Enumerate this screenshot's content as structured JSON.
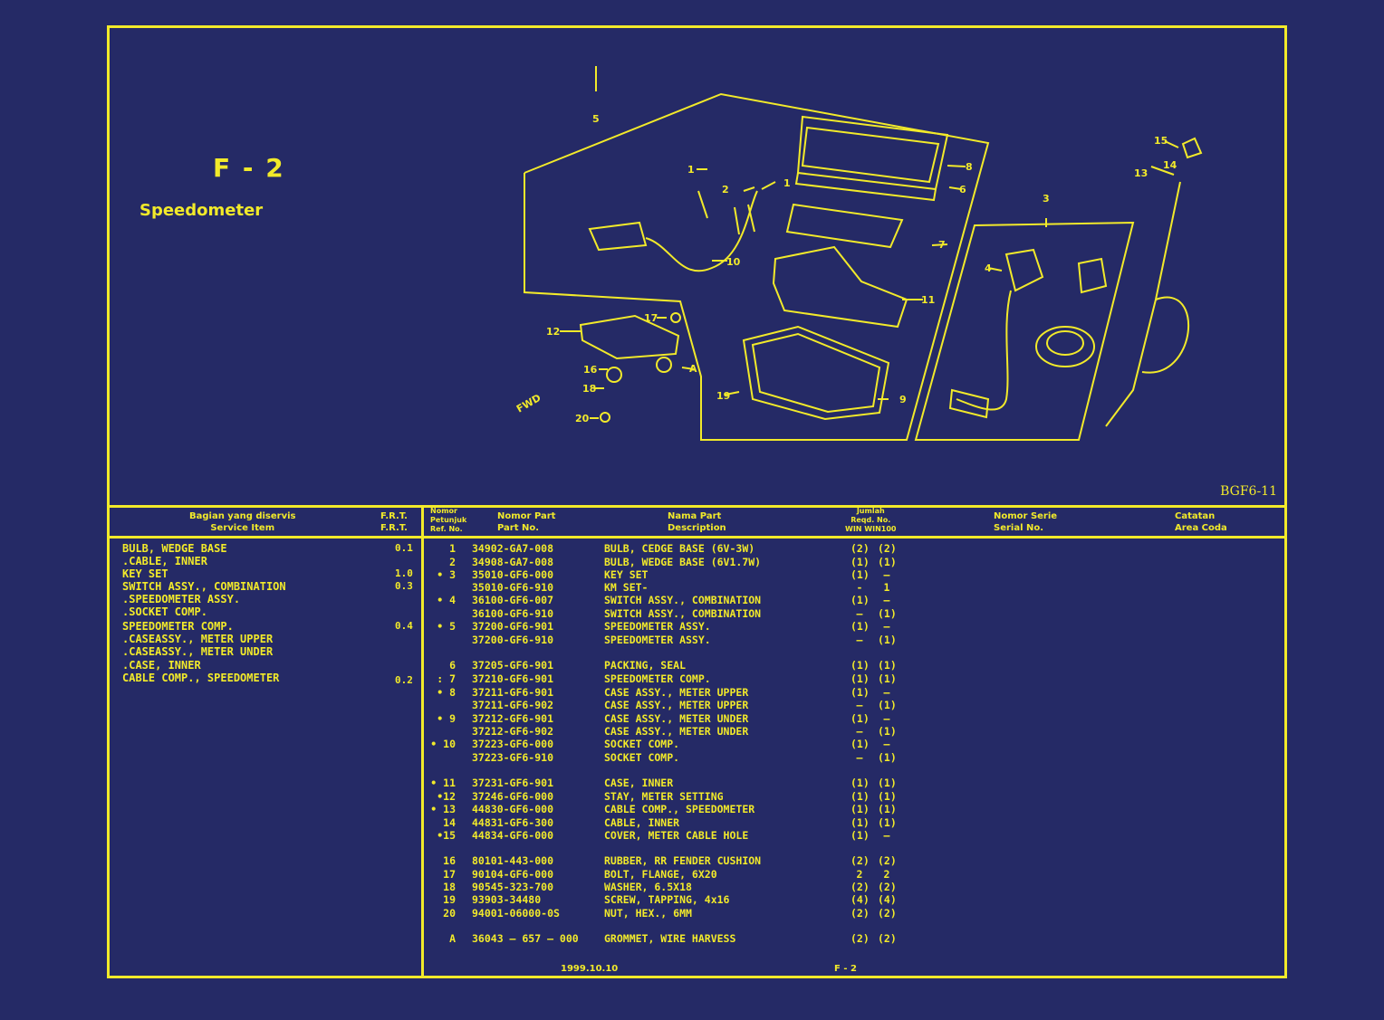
{
  "page_code": "F - 2",
  "page_title": "Speedometer",
  "figure_code": "BGF6-11",
  "diagram_labels": [
    "1",
    "1",
    "2",
    "3",
    "4",
    "5",
    "6",
    "7",
    "8",
    "9",
    "10",
    "11",
    "12",
    "13",
    "14",
    "15",
    "16",
    "17",
    "18",
    "19",
    "20",
    "A",
    "FWD"
  ],
  "headers": {
    "service_id": "Bagian yang diservis",
    "service_en": "Service Item",
    "frt_id": "F.R.T.",
    "frt_en": "F.R.T.",
    "ref_l1": "Nomor",
    "ref_l2": "Petunjuk",
    "ref_l3": "Ref. No.",
    "part_id": "Nomor Part",
    "part_en": "Part No.",
    "name_id": "Nama Part",
    "name_en": "Description",
    "qty_l1": "Jumlah",
    "qty_l2": "Reqd. No.",
    "qty_l3": "WIN  WIN100",
    "serial_id": "Nomor Serie",
    "serial_en": "Serial No.",
    "note_id": "Catatan",
    "note_en": "Area Coda"
  },
  "service_items": [
    {
      "label": "BULB, WEDGE BASE",
      "frt": "0.1"
    },
    {
      "label": ".CABLE, INNER",
      "frt": ""
    },
    {
      "label": "KEY SET",
      "frt": "1.0"
    },
    {
      "label": "SWITCH ASSY., COMBINATION",
      "frt": "0.3"
    },
    {
      "label": ".SPEEDOMETER ASSY.",
      "frt": ""
    },
    {
      "label": ".SOCKET COMP.",
      "frt": ""
    },
    {
      "label": "SPEEDOMETER COMP.",
      "frt": "0.4"
    },
    {
      "label": ".CASEASSY., METER UPPER",
      "frt": ""
    },
    {
      "label": ".CASEASSY., METER UNDER",
      "frt": ""
    },
    {
      "label": ".CASE, INNER",
      "frt": ""
    },
    {
      "label": "CABLE COMP., SPEEDOMETER",
      "frt": "0.2"
    }
  ],
  "parts": [
    {
      "ref": "1",
      "pno": "34902-GA7-008",
      "desc": "BULB, CEDGE BASE (6V-3W)",
      "q1": "(2)",
      "q2": "(2)"
    },
    {
      "ref": "2",
      "pno": "34908-GA7-008",
      "desc": "BULB, WEDGE BASE (6V1.7W)",
      "q1": "(1)",
      "q2": "(1)"
    },
    {
      "ref": "• 3",
      "pno": "35010-GF6-000",
      "desc": "KEY SET",
      "q1": "(1)",
      "q2": "—"
    },
    {
      "ref": "",
      "pno": "35010-GF6-910",
      "desc": "KM SET-",
      "q1": "-",
      "q2": "1"
    },
    {
      "ref": "• 4",
      "pno": "36100-GF6-007",
      "desc": "SWITCH ASSY., COMBINATION",
      "q1": "(1)",
      "q2": "—"
    },
    {
      "ref": "",
      "pno": "36100-GF6-910",
      "desc": "SWITCH ASSY., COMBINATION",
      "q1": "—",
      "q2": "(1)"
    },
    {
      "ref": "• 5",
      "pno": "37200-GF6-901",
      "desc": "SPEEDOMETER ASSY.",
      "q1": "(1)",
      "q2": "—"
    },
    {
      "ref": "",
      "pno": "37200-GF6-910",
      "desc": "SPEEDOMETER ASSY.",
      "q1": "—",
      "q2": "(1)"
    },
    {
      "ref": "6",
      "pno": "37205-GF6-901",
      "desc": "PACKING, SEAL",
      "q1": "(1)",
      "q2": "(1)"
    },
    {
      "ref": ": 7",
      "pno": "37210-GF6-901",
      "desc": "SPEEDOMETER COMP.",
      "q1": "(1)",
      "q2": "(1)"
    },
    {
      "ref": "• 8",
      "pno": "37211-GF6-901",
      "desc": "CASE ASSY., METER UPPER",
      "q1": "(1)",
      "q2": "—"
    },
    {
      "ref": "",
      "pno": "37211-GF6-902",
      "desc": "CASE ASSY., METER UPPER",
      "q1": "—",
      "q2": "(1)"
    },
    {
      "ref": "• 9",
      "pno": "37212-GF6-901",
      "desc": "CASE ASSY., METER UNDER",
      "q1": "(1)",
      "q2": "—"
    },
    {
      "ref": "",
      "pno": "37212-GF6-902",
      "desc": "CASE ASSY., METER UNDER",
      "q1": "—",
      "q2": "(1)"
    },
    {
      "ref": "• 10",
      "pno": "37223-GF6-000",
      "desc": "SOCKET COMP.",
      "q1": "(1)",
      "q2": "—"
    },
    {
      "ref": "",
      "pno": "37223-GF6-910",
      "desc": "SOCKET COMP.",
      "q1": "—",
      "q2": "(1)"
    },
    {
      "ref": "• 11",
      "pno": "37231-GF6-901",
      "desc": "CASE, INNER",
      "q1": "(1)",
      "q2": "(1)"
    },
    {
      "ref": "•12",
      "pno": "37246-GF6-000",
      "desc": "STAY, METER SETTING",
      "q1": "(1)",
      "q2": "(1)"
    },
    {
      "ref": "• 13",
      "pno": "44830-GF6-000",
      "desc": "CABLE COMP., SPEEDOMETER",
      "q1": "(1)",
      "q2": "(1)"
    },
    {
      "ref": "14",
      "pno": "44831-GF6-300",
      "desc": "CABLE, INNER",
      "q1": "(1)",
      "q2": "(1)"
    },
    {
      "ref": "•15",
      "pno": "44834-GF6-000",
      "desc": "COVER, METER CABLE HOLE",
      "q1": "(1)",
      "q2": "—"
    },
    {
      "ref": "16",
      "pno": "80101-443-000",
      "desc": "RUBBER, RR FENDER CUSHION",
      "q1": "(2)",
      "q2": "(2)"
    },
    {
      "ref": "17",
      "pno": "90104-GF6-000",
      "desc": "BOLT, FLANGE, 6X20",
      "q1": "2",
      "q2": "2"
    },
    {
      "ref": "18",
      "pno": "90545-323-700",
      "desc": "WASHER, 6.5X18",
      "q1": "(2)",
      "q2": "(2)"
    },
    {
      "ref": "19",
      "pno": "93903-34480",
      "desc": "SCREW, TAPPING, 4x16",
      "q1": "(4)",
      "q2": "(4)"
    },
    {
      "ref": "20",
      "pno": "94001-06000-0S",
      "desc": "NUT, HEX., 6MM",
      "q1": "(2)",
      "q2": "(2)"
    },
    {
      "ref": "A",
      "pno": "36043 — 657 — 000",
      "desc": "GROMMET, WIRE HARVESS",
      "q1": "(2)",
      "q2": "(2)"
    }
  ],
  "footer": {
    "date": "1999.10.10",
    "page": "F - 2"
  },
  "colors": {
    "background": "#252a66",
    "ink": "#f2ea2a"
  }
}
